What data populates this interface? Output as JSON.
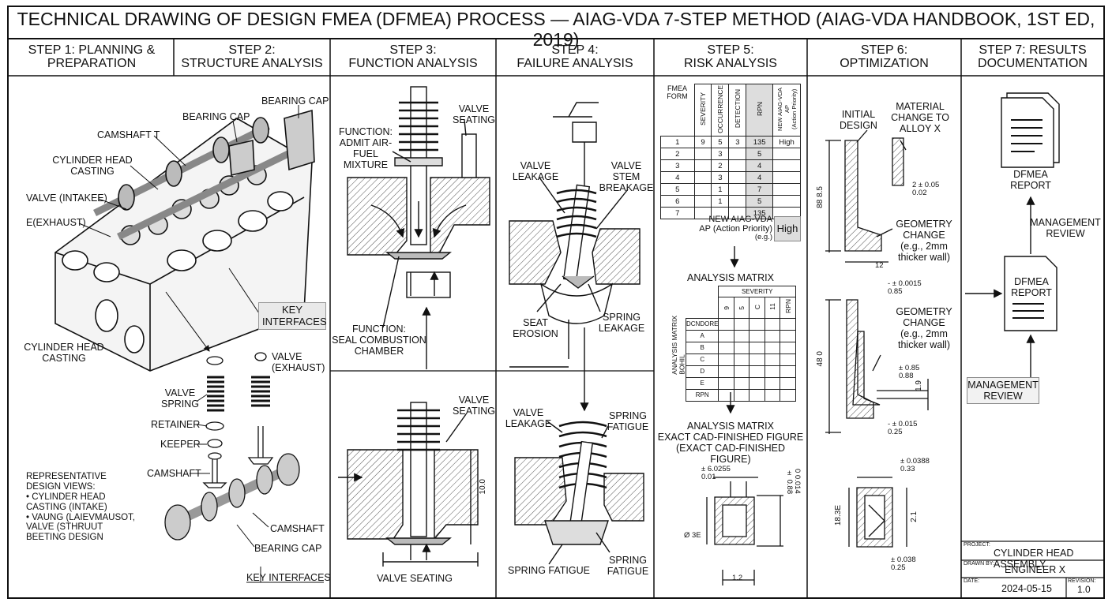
{
  "title": "TECHNICAL DRAWING OF DESIGN FMEA (DFMEA) PROCESS — AIAG-VDA 7-STEP METHOD (AIAG-VDA HANDBOOK, 1ST ED, 2019)",
  "steps": [
    "STEP 1: PLANNING &\nPREPARATION",
    "STEP 2:\nSTRUCTURE ANALYSIS",
    "STEP 3:\nFUNCTION ANALYSIS",
    "STEP 4:\nFAILURE ANALYSIS",
    "STEP 5:\nRISK ANALYSIS",
    "STEP 6:\nOPTIMIZATION",
    "STEP 7: RESULTS\nDOCUMENTATION"
  ],
  "step12": {
    "bearing_cap_top": "BEARING CAP",
    "bearing_cap": "BEARING CAP",
    "camshaft": "CAMSHAFT T",
    "cylinder_head_top": "CYLINDER HEAD\nCASTING",
    "valve_intake": "VALVE (INTAKEE)",
    "exhaust": "E(EXHAUST)",
    "key_interfaces_box": "KEY\nINTERFACES",
    "cylinder_head_bottom": "CYLINDER HEAD\nCASTING",
    "valve_exhaust": "VALVE\n(EXHAUST)",
    "valve_spring": "VALVE\nSPRING",
    "retainer": "RETAINER",
    "keeper": "KEEPER",
    "camshaft_lower": "CAMSHAFT",
    "camshaft_bottom": "CAMSHAFT",
    "bearing_cap_bottom": "BEARING CAP",
    "key_interfaces_bottom": "KEY INTERFACES",
    "representative": "REPRESENTATIVE\nDESIGN VIEWS:\n• CYLINDER HEAD\n  CASTING (INTAKE)\n• VAUNG (LAIEVMAUSOT,\n  VALVE (STHRUUT\n  BEETING DESIGN"
  },
  "step3": {
    "valve_seating_top": "VALVE\nSEATING",
    "function_admit": "FUNCTION:\nADMIT AIR-\nFUEL MIXTURE",
    "function_seal": "FUNCTION:\nSEAL COMBUSTION\nCHAMBER",
    "valve_seating_mid": "VALVE\nSEATING",
    "dim": "10.0",
    "valve_seating_bottom": "VALVE SEATING"
  },
  "step4": {
    "valve_leakage_top": "VALVE\nLEAKAGE",
    "valve_stem_breakage": "VALVE\nSTEM\nBREAKAGE",
    "seat_erosion": "SEAT\nEROSION",
    "spring_leakage": "SPRING\nLEAKAGE",
    "valve_leakage_mid": "VALVE\nLEAKAGE",
    "spring_fatigue_right": "SPRING\nFATIGUE",
    "spring_fatigue_bottom_left": "SPRING FATIGUE",
    "spring_fatigue_bottom_right": "SPRING\nFATIGUE"
  },
  "step5": {
    "fmea_form": "FMEA\nFORM",
    "columns": [
      "SEVERITY",
      "OCCURRENCE",
      "DETECTION",
      "RPN",
      "NEW AIAG-VDA AP\n(Action Priority)"
    ],
    "rows": [
      [
        "1",
        "9",
        "5",
        "3",
        "135",
        "High"
      ],
      [
        "2",
        "",
        "3",
        "",
        "5",
        ""
      ],
      [
        "3",
        "",
        "2",
        "",
        "4",
        ""
      ],
      [
        "4",
        "",
        "3",
        "",
        "4",
        ""
      ],
      [
        "5",
        "",
        "1",
        "",
        "7",
        ""
      ],
      [
        "6",
        "",
        "1",
        "",
        "5",
        ""
      ],
      [
        "7",
        "",
        "",
        "",
        "135",
        ""
      ]
    ],
    "new_ap": "NEW AIAG-VDA\nAP (Action Priority)",
    "eg": "(e.g.)",
    "high": "High",
    "analysis_matrix_title": "ANALYSIS MATRIX",
    "matrix_severity": "SEVERITY",
    "matrix_cols": [
      "9",
      "5",
      "C",
      "11",
      "RPN"
    ],
    "matrix_rows": [
      "DCNDORE",
      "A",
      "B",
      "C",
      "D",
      "E",
      "RPN"
    ],
    "matrix_side": "ANALYSIS MATRIX\nBOHIL",
    "matrix_caption": "ANALYSIS MATRIX\nEXACT CAD-FINISHED FIGURE\n(EXACT CAD-FINISHED FIGURE)",
    "tol_top": "± 6.0255\n  0.01",
    "tol_right": "0 0.014\n± 0.88",
    "dia": "Ø 3E",
    "dim_bottom": "1.2"
  },
  "step6": {
    "initial_design": "INITIAL\nDESIGN",
    "material_change": "MATERIAL\nCHANGE TO\nALLOY X",
    "tol1": "2 ± 0.05\n     0.02",
    "dim_left1": "88 8.5",
    "geometry_change1": "GEOMETRY\nCHANGE\n(e.g., 2mm\nthicker wall)",
    "dim12": "12",
    "tol2": "- ± 0.0015\n     0.85",
    "geometry_change2": "GEOMETRY\nCHANGE\n(e.g., 2mm\nthicker wall)",
    "dim_left2": "48 0",
    "tol3": "± 0.85\n  0.88",
    "dim_19": "1.9",
    "tol4": "- ± 0.015\n     0.25",
    "tol5": "± 0.0388\n  0.33",
    "dim_left3": "18.3E",
    "dim_21": "2.1",
    "tol6": "± 0.038\n  0.25"
  },
  "step7": {
    "report_top": "DFMEA\nREPORT",
    "management_review_right": "MANAGEMENT\nREVIEW",
    "report_mid": "DFMEA\nREPORT",
    "management_review_box": "MANAGEMENT\nREVIEW"
  },
  "title_block": {
    "project_label": "PROJECT:",
    "project": "CYLINDER HEAD ASSEMBLY",
    "drawn_label": "DRAWN BY:",
    "drawn": "ENGINEER X",
    "date_label": "DATE:",
    "date": "2024-05-15",
    "revision_label": "REVISION:",
    "revision": "1.0"
  }
}
